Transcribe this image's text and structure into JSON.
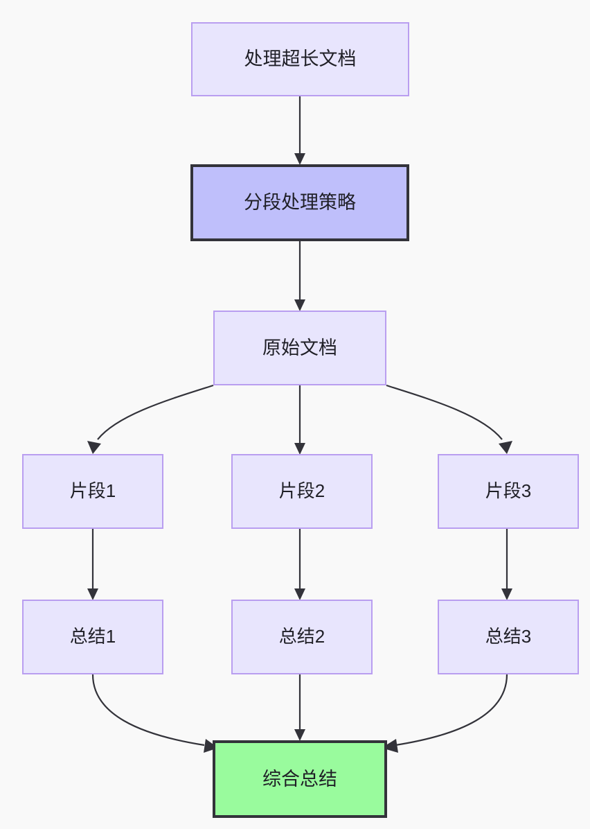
{
  "diagram": {
    "type": "flowchart",
    "direction": "top-down",
    "background_color": "#f9f9f9",
    "palette": {
      "node_fill_default": "#e8e5fd",
      "node_border_default": "#b99ef0",
      "node_fill_highlight": "#bfbffb",
      "node_fill_final": "#99fb9d",
      "node_border_strong": "#33333a",
      "edge_color": "#33333a",
      "text_color": "#1f1f26"
    },
    "nodes": [
      {
        "id": "n1",
        "label": "处理超长文档",
        "style": "default"
      },
      {
        "id": "n2",
        "label": "分段处理策略",
        "style": "highlight"
      },
      {
        "id": "n3",
        "label": "原始文档",
        "style": "default"
      },
      {
        "id": "n4",
        "label": "片段1",
        "style": "default"
      },
      {
        "id": "n5",
        "label": "片段2",
        "style": "default"
      },
      {
        "id": "n6",
        "label": "片段3",
        "style": "default"
      },
      {
        "id": "n7",
        "label": "总结1",
        "style": "default"
      },
      {
        "id": "n8",
        "label": "总结2",
        "style": "default"
      },
      {
        "id": "n9",
        "label": "总结3",
        "style": "default"
      },
      {
        "id": "n10",
        "label": "综合总结",
        "style": "final"
      }
    ],
    "edges": [
      {
        "from": "n1",
        "to": "n2",
        "shape": "straight"
      },
      {
        "from": "n2",
        "to": "n3",
        "shape": "straight"
      },
      {
        "from": "n3",
        "to": "n4",
        "shape": "curved"
      },
      {
        "from": "n3",
        "to": "n5",
        "shape": "straight"
      },
      {
        "from": "n3",
        "to": "n6",
        "shape": "curved"
      },
      {
        "from": "n4",
        "to": "n7",
        "shape": "straight"
      },
      {
        "from": "n5",
        "to": "n8",
        "shape": "straight"
      },
      {
        "from": "n6",
        "to": "n9",
        "shape": "straight"
      },
      {
        "from": "n7",
        "to": "n10",
        "shape": "curved"
      },
      {
        "from": "n8",
        "to": "n10",
        "shape": "straight"
      },
      {
        "from": "n9",
        "to": "n10",
        "shape": "curved"
      }
    ]
  }
}
